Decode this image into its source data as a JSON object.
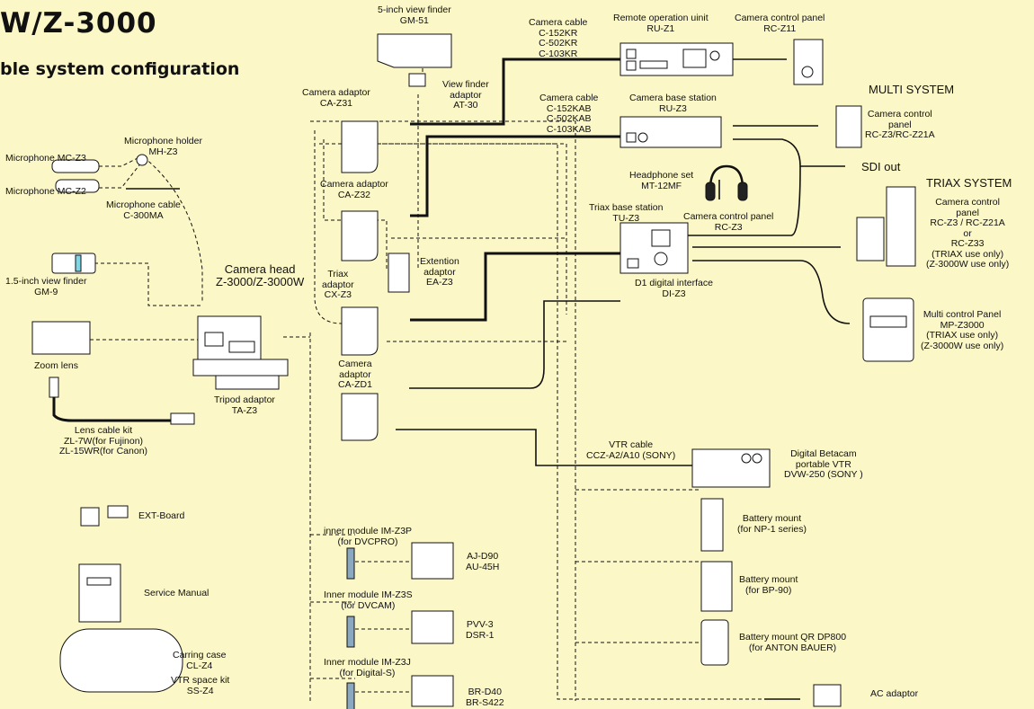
{
  "header": {
    "brand": "W/Z-3000",
    "subtitle": "ble system configuration"
  },
  "sections": {
    "multi": "MULTI SYSTEM",
    "triax": "TRIAX SYSTEM",
    "sdi": "SDI out"
  },
  "labels": {
    "view_finder_5": [
      "5-inch view finder",
      "GM-51"
    ],
    "camera_cable_kr": [
      "Camera cable",
      "C-152KR",
      "C-502KR",
      "C-103KR"
    ],
    "remote_unit": [
      "Remote operation uinit",
      "RU-Z1"
    ],
    "ccp_rc_z11": [
      "Camera control panel",
      "RC-Z11"
    ],
    "adaptor_ca_z31": [
      "Camera adaptor",
      "CA-Z31"
    ],
    "vf_adaptor": [
      "View finder",
      "adaptor",
      "AT-30"
    ],
    "camera_cable_kab": [
      "Camera cable",
      "C-152KAB",
      "C-502KAB",
      "C-103KAB"
    ],
    "base_station": [
      "Camera base station",
      "RU-Z3"
    ],
    "ccp_multi": [
      "Camera control",
      "panel",
      "RC-Z3/RC-Z21A"
    ],
    "mic_holder": [
      "Microphone holder",
      "MH-Z3"
    ],
    "mic_mc_z3": [
      "Microphone MC-Z3"
    ],
    "mic_mc_z2": [
      "Microphone MC-Z2"
    ],
    "mic_cable": [
      "Microphone cable",
      "C-300MA"
    ],
    "adaptor_ca_z32": [
      "Camera adaptor",
      "CA-Z32"
    ],
    "headphone": [
      "Headphone set",
      "MT-12MF"
    ],
    "triax_base": [
      "Triax base station",
      "TU-Z3"
    ],
    "ccp_rc_z3": [
      "Camera control panel",
      "RC-Z3"
    ],
    "ccp_triax": [
      "Camera control",
      "panel",
      "RC-Z3 / RC-Z21A",
      "or",
      "RC-Z33",
      "(TRIAX use only)",
      "(Z-3000W use only)"
    ],
    "vf_15": [
      "1.5-inch view finder",
      "GM-9"
    ],
    "camera_head": [
      "Camera head",
      "Z-3000/Z-3000W"
    ],
    "triax_adaptor": [
      "Triax",
      "adaptor",
      "CX-Z3"
    ],
    "ext_adaptor": [
      "Extention",
      "adaptor",
      "EA-Z3"
    ],
    "d1_interface": [
      "D1 digital interface",
      "DI-Z3"
    ],
    "mcp": [
      "Multi control Panel",
      "MP-Z3000",
      "(TRIAX use only)",
      "(Z-3000W use only)"
    ],
    "zoom_lens": [
      "Zoom lens"
    ],
    "tripod_adaptor": [
      "Tripod adaptor",
      "TA-Z3"
    ],
    "adaptor_ca_zd1": [
      "Camera",
      "adaptor",
      "CA-ZD1"
    ],
    "lens_cable": [
      "Lens cable kit",
      "ZL-7W(for Fujinon)",
      "ZL-15WR(for Canon)"
    ],
    "vtr_cable": [
      "VTR cable",
      "CCZ-A2/A10 (SONY)"
    ],
    "vtr": [
      "Digital Betacam",
      "portable VTR",
      "DVW-250 (SONY )"
    ],
    "ext_board": [
      "EXT-Board"
    ],
    "mod_dvcpro": [
      "inner module IM-Z3P",
      "(for DVCPRO)"
    ],
    "vtr_dvcpro": [
      "AJ-D90",
      "AU-45H"
    ],
    "batt_np1": [
      "Battery mount",
      "(for NP-1 series)"
    ],
    "service_manual": [
      "Service Manual"
    ],
    "batt_bp90": [
      "Battery mount",
      "(for BP-90)"
    ],
    "mod_dvcam": [
      "Inner module IM-Z3S",
      "(for DVCAM)"
    ],
    "vtr_dvcam": [
      "PVV-3",
      "DSR-1"
    ],
    "batt_qr": [
      "Battery mount QR DP800",
      "(for ANTON BAUER)"
    ],
    "case": [
      "Carring case",
      "CL-Z4"
    ],
    "space_kit": [
      "VTR space kit",
      "SS-Z4"
    ],
    "mod_digital_s": [
      "Inner module IM-Z3J",
      "(for Digital-S)"
    ],
    "vtr_digital_s": [
      "BR-D40",
      "BR-S422"
    ],
    "ac_adaptor": [
      "AC adaptor"
    ]
  }
}
